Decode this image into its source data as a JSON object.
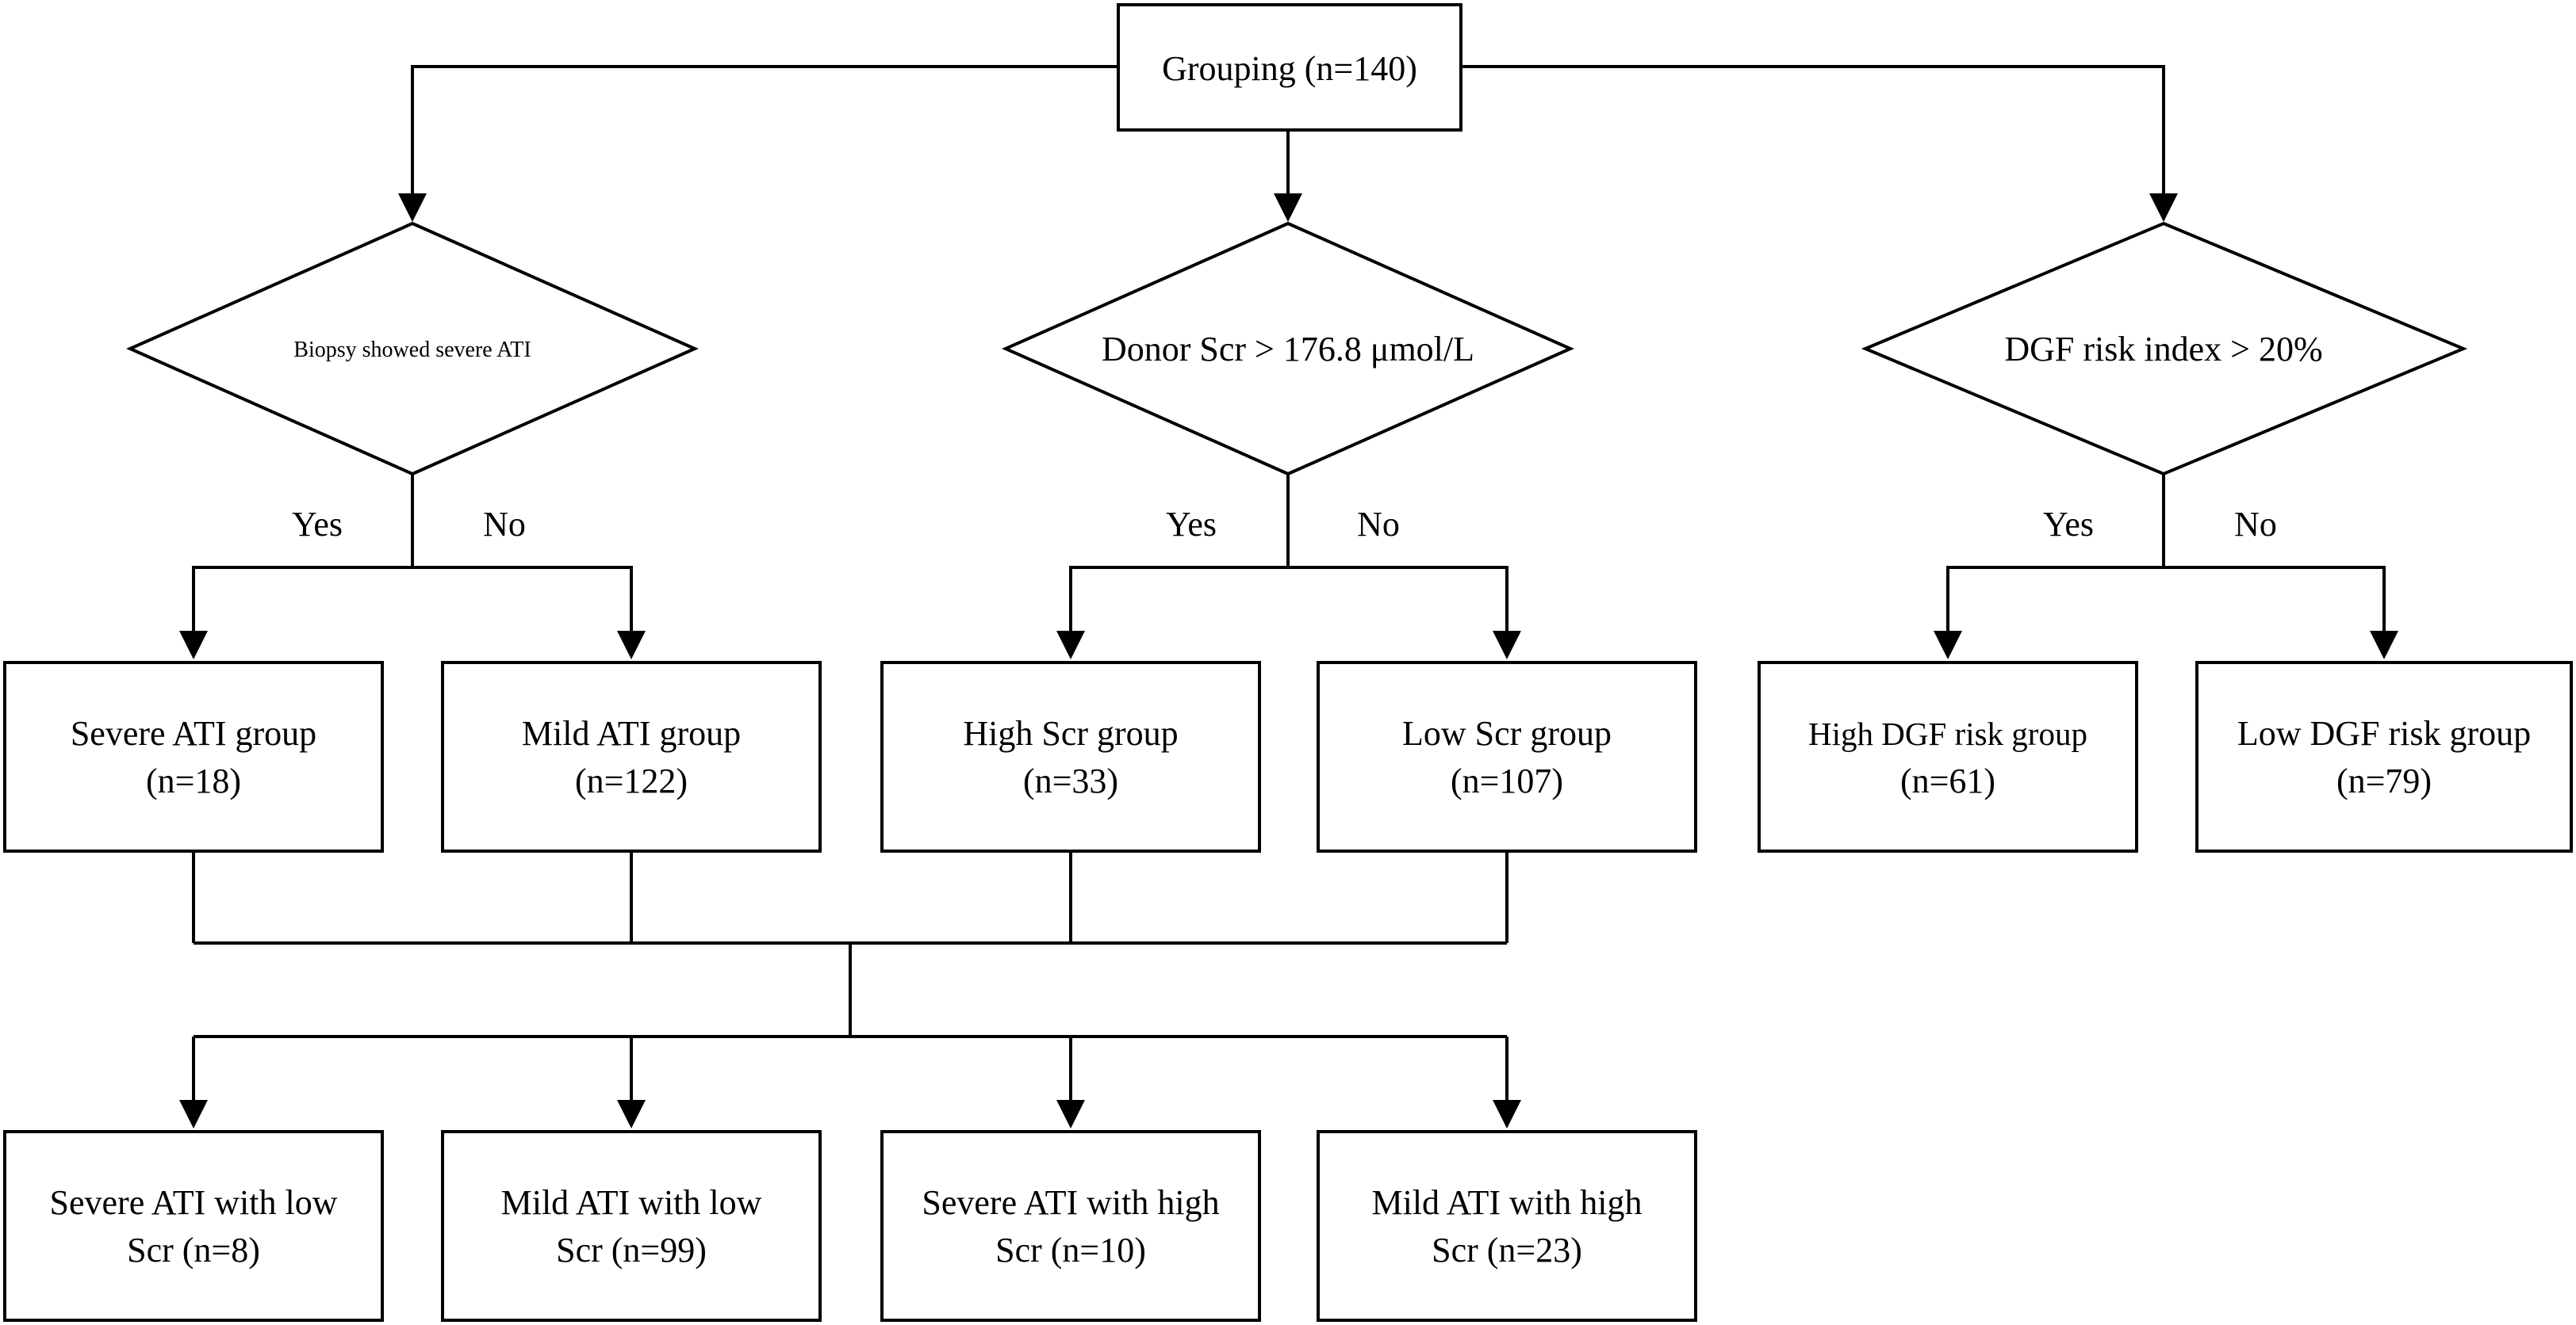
{
  "root": {
    "label": "Grouping (n=140)"
  },
  "decisions": {
    "atl": {
      "label": "Biopsy showed severe ATI"
    },
    "scr": {
      "label": "Donor Scr > 176.8 μmol/L"
    },
    "dgf": {
      "label": "DGF risk index > 20%"
    }
  },
  "branch_labels": {
    "yes": "Yes",
    "no": "No"
  },
  "groups": {
    "severe_ati": {
      "line1": "Severe ATI group",
      "line2": "(n=18)"
    },
    "mild_ati": {
      "line1": "Mild ATI group",
      "line2": "(n=122)"
    },
    "high_scr": {
      "line1": "High Scr group",
      "line2": "(n=33)"
    },
    "low_scr": {
      "line1": "Low Scr group",
      "line2": "(n=107)"
    },
    "high_dgf": {
      "line1": "High DGF risk group",
      "line2": "(n=61)"
    },
    "low_dgf": {
      "line1": "Low DGF risk group",
      "line2": "(n=79)"
    }
  },
  "combined": {
    "severe_low": {
      "line1": "Severe ATI with low",
      "line2": "Scr (n=8)"
    },
    "mild_low": {
      "line1": "Mild ATI with low",
      "line2": "Scr (n=99)"
    },
    "severe_high": {
      "line1": "Severe ATI with high",
      "line2": "Scr (n=10)"
    },
    "mild_high": {
      "line1": "Mild ATI with high",
      "line2": "Scr (n=23)"
    }
  }
}
